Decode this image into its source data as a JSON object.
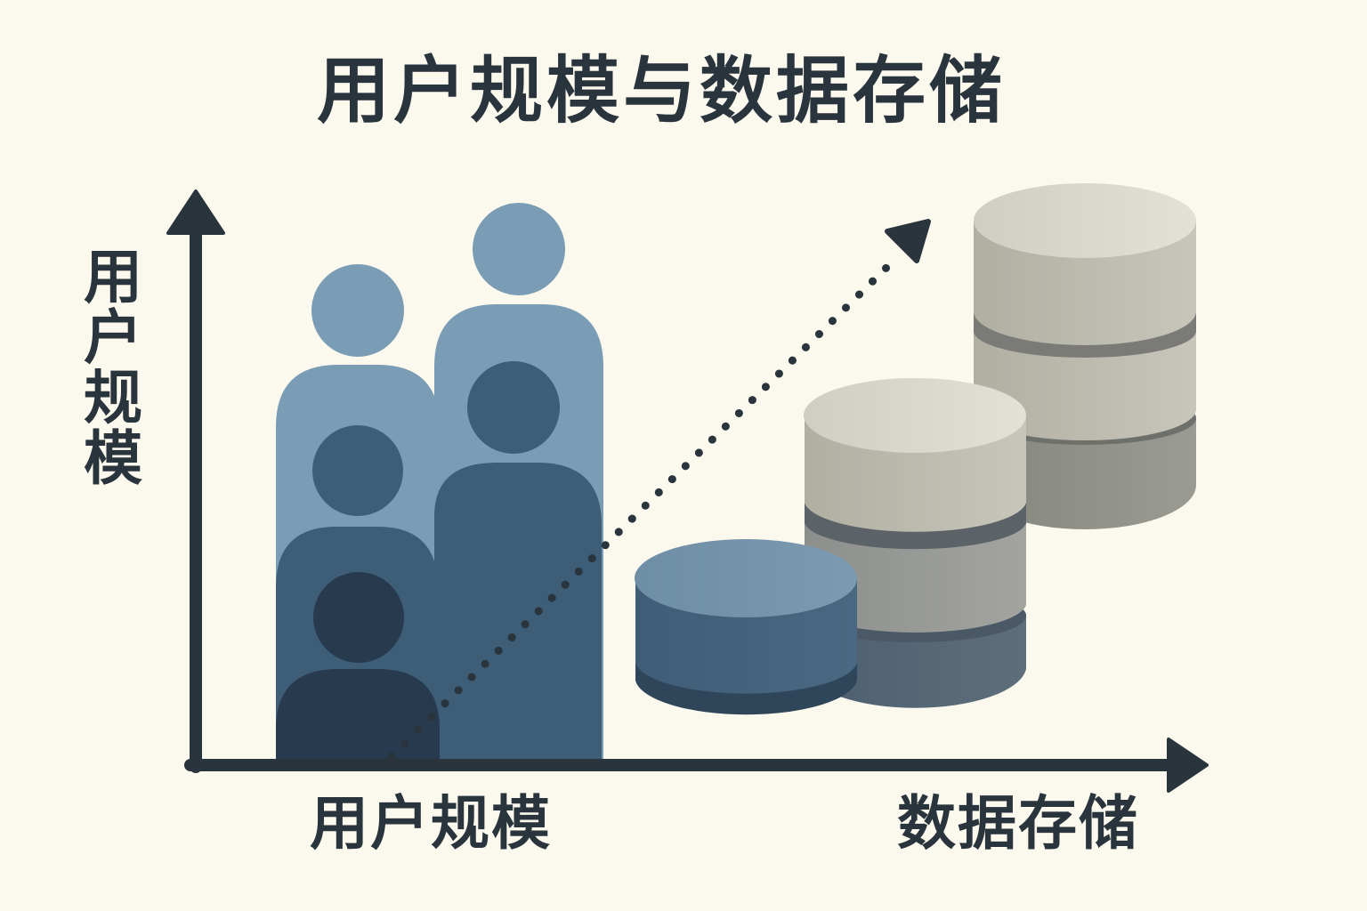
{
  "title": "用户规模与数据存储",
  "axes": {
    "y_label": "用户规模",
    "x_label_left": "用户规模",
    "x_label_right": "数据存储"
  },
  "colors": {
    "background": "#FBF8EE",
    "ink": "#2A343C",
    "people_light": "#7A9CB4",
    "people_mid": "#3E5E78",
    "people_dark": "#273A4E",
    "db_light_gray": "#D6D5CB",
    "db_mid_gray": "#8F9290",
    "db_blue": "#46637D"
  },
  "icons": [
    "person-icon",
    "database-icon",
    "dotted-trend-arrow"
  ]
}
